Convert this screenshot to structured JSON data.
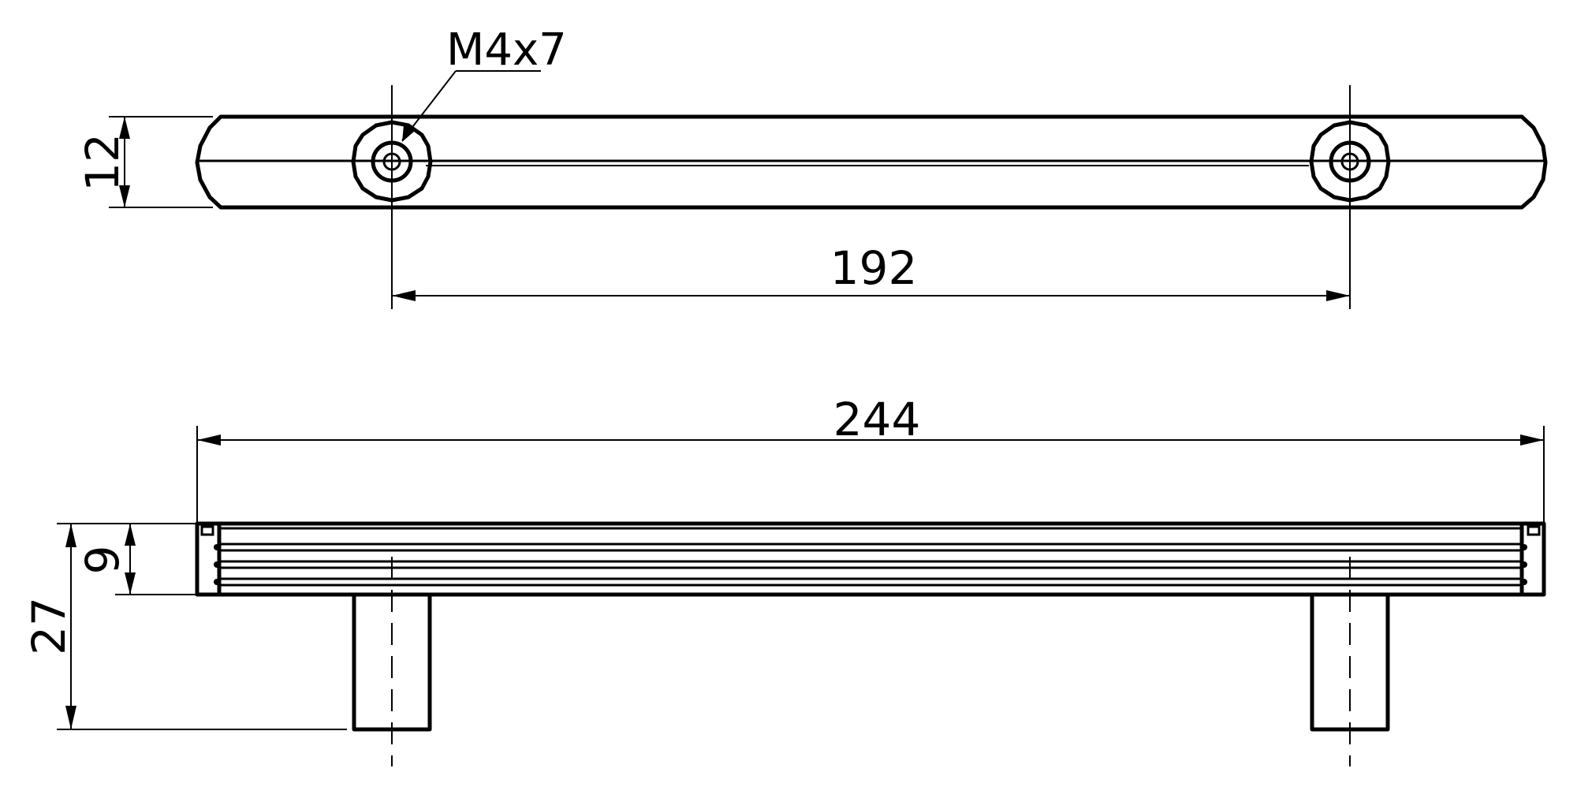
{
  "drawing": {
    "thread_label": "M4x7",
    "dimensions": {
      "hole_spacing": "192",
      "overall_length": "244",
      "bar_width": "12",
      "bar_height": "9",
      "total_height": "27"
    }
  }
}
